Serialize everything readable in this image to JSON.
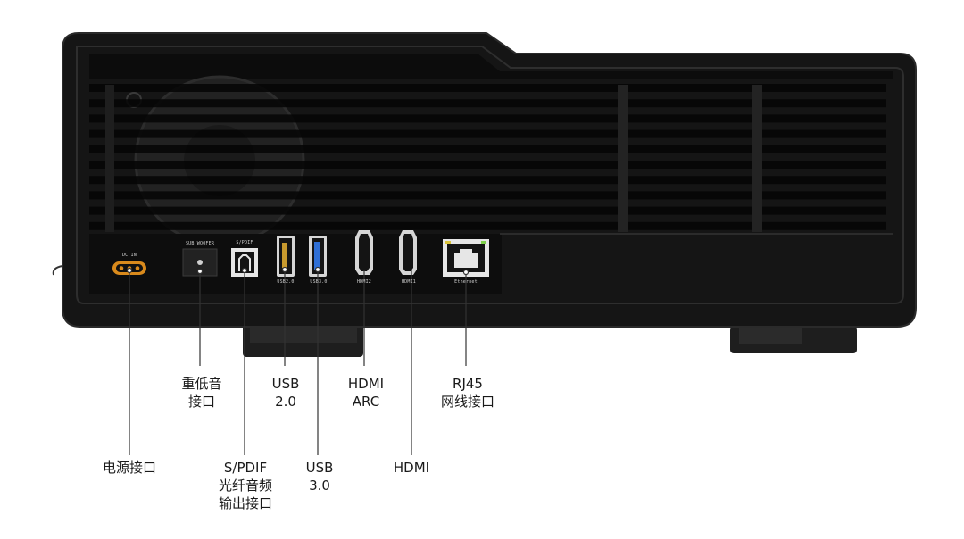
{
  "port_labels": {
    "dc_in": "DC IN",
    "subwoofer": "SUB WOOFER",
    "spdif": "S/PDIF",
    "usb2": "USB2.0",
    "usb3": "USB3.0",
    "hdmi2": "HDMI2",
    "hdmi1": "HDMI1",
    "ethernet": "Ethernet"
  },
  "callouts": {
    "power": [
      "电源接口"
    ],
    "subwoofer": [
      "重低音",
      "接口"
    ],
    "spdif": [
      "S/PDIF",
      "光纤音频",
      "输出接口"
    ],
    "usb2": [
      "USB",
      "2.0"
    ],
    "usb3": [
      "USB",
      "3.0"
    ],
    "hdmi_arc": [
      "HDMI",
      "ARC"
    ],
    "hdmi": [
      "HDMI"
    ],
    "rj45": [
      "RJ45",
      "网线接口"
    ]
  },
  "colors": {
    "body": "#141414",
    "grille_slot": "#050505",
    "dc_port": "#d98a1c",
    "usb3_blue": "#2f6fd6",
    "leader_line": "#333333"
  }
}
